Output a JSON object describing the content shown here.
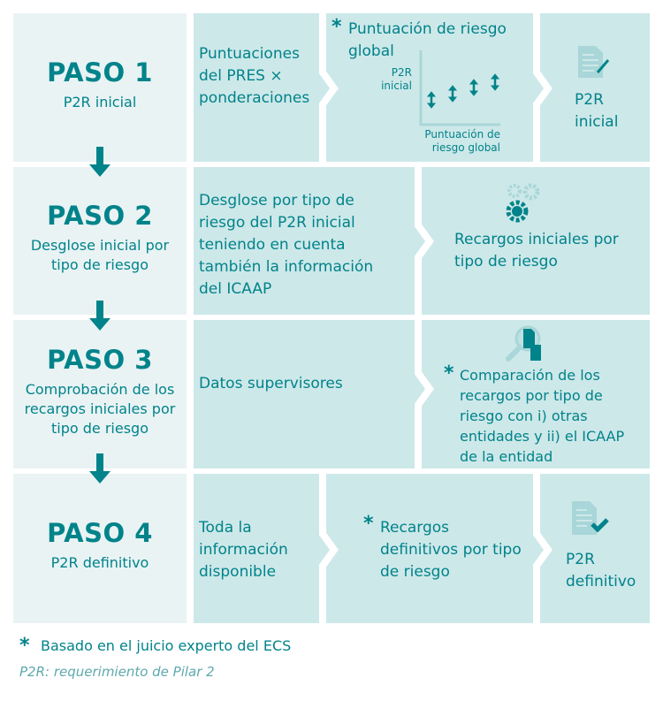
{
  "steps": [
    {
      "title": "PASO 1",
      "subtitle": "P2R inicial",
      "input": "Puntuaciones del PRES × ponderaciones",
      "middle": "Puntuación de riesgo global",
      "output": "P2R inicial",
      "mini_chart": {
        "y_label": "P2R inicial",
        "x_label": "Puntuación de riesgo global"
      }
    },
    {
      "title": "PASO 2",
      "subtitle": "Desglose inicial por tipo de riesgo",
      "input": "Desglose por tipo de riesgo del P2R inicial teniendo en cuenta también la información del ICAAP",
      "output": "Recargos iniciales por tipo de riesgo"
    },
    {
      "title": "PASO 3",
      "subtitle": "Comprobación de los recargos iniciales por tipo de riesgo",
      "input": "Datos supervisores",
      "output": "Comparación de los recargos por tipo de riesgo con i) otras entidades y ii) el ICAAP de la entidad"
    },
    {
      "title": "PASO 4",
      "subtitle": "P2R definitivo",
      "input": "Toda la información disponible",
      "middle": "Recargos definitivos por tipo de riesgo",
      "output": "P2R definitivo"
    }
  ],
  "asterisk": "*",
  "footer": {
    "note": "Basado en el juicio experto del ECS",
    "abbrev": "P2R: requerimiento de Pilar 2"
  },
  "colors": {
    "teal": "#00838a",
    "box": "#cde8e9",
    "left": "#e9f3f4",
    "icon_light": "#a9d6d8"
  }
}
